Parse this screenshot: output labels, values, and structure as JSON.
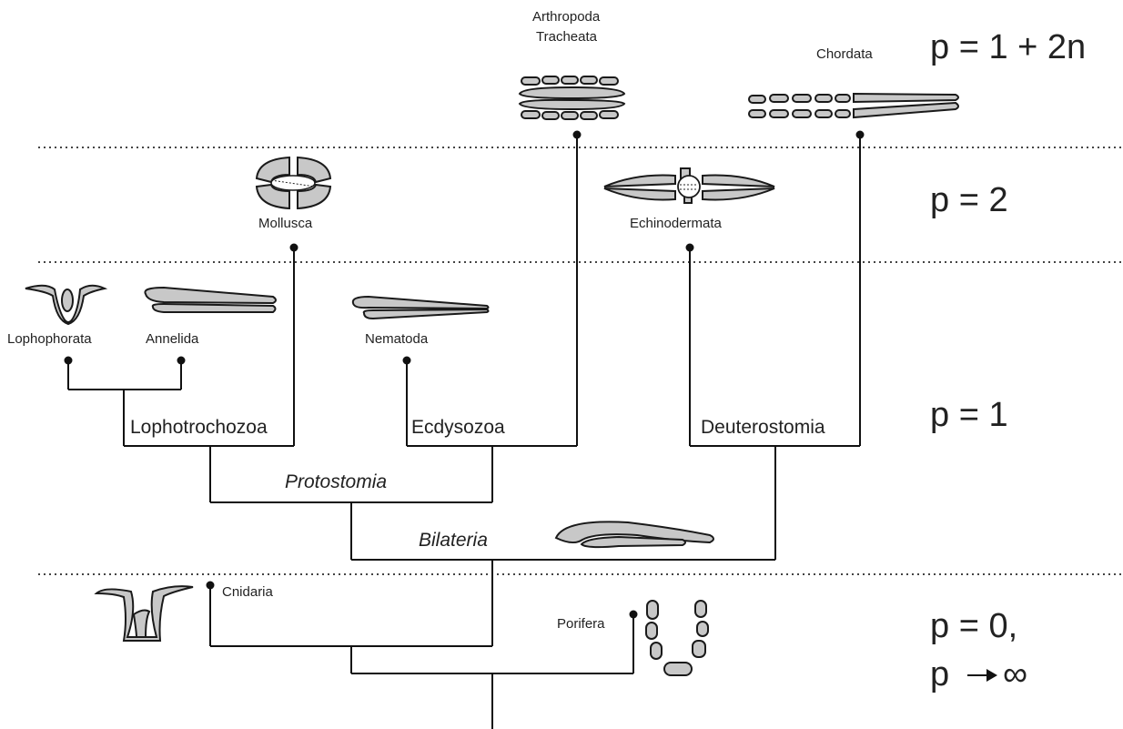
{
  "levels": {
    "chordate": "p = 1 + 2n",
    "two": "p = 2",
    "one": "p = 1",
    "zero_a": "p = 0,",
    "zero_b": "p",
    "zero_b_infinity": "∞"
  },
  "taxa": {
    "arthropoda": "Arthropoda",
    "tracheata": "Tracheata",
    "chordata": "Chordata",
    "mollusca": "Mollusca",
    "echinodermata": "Echinodermata",
    "lophophorata": "Lophophorata",
    "annelida": "Annelida",
    "nematoda": "Nematoda",
    "cnidaria": "Cnidaria",
    "porifera": "Porifera"
  },
  "clades": {
    "lophotrochozoa": "Lophotrochozoa",
    "ecdysozoa": "Ecdysozoa",
    "deuterostomia": "Deuterostomia",
    "protostomia": "Protostomia",
    "bilateria": "Bilateria"
  },
  "colors": {
    "line": "#111111",
    "shape_fill": "#c8c8c8",
    "background": "#ffffff"
  }
}
